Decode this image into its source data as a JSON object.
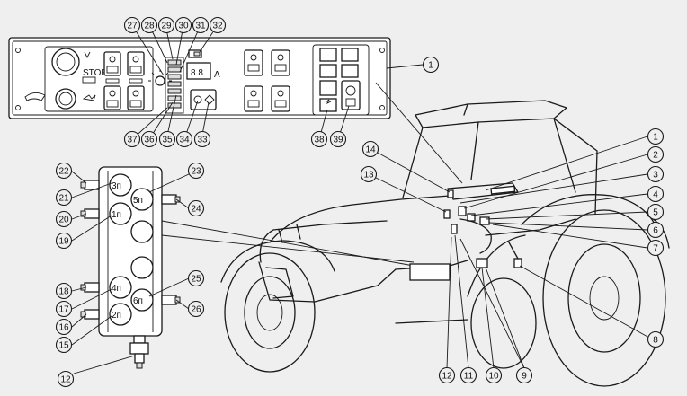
{
  "panel": {
    "stop_label": "STOP",
    "display_digits": "8.8",
    "display_letter": "A"
  },
  "valve_block": {
    "ports": [
      "3п",
      "1п",
      "4п",
      "2п",
      "5п",
      "6п"
    ]
  },
  "callouts": [
    {
      "id": "c27",
      "label": "27"
    },
    {
      "id": "c28",
      "label": "28"
    },
    {
      "id": "c29",
      "label": "29"
    },
    {
      "id": "c30",
      "label": "30"
    },
    {
      "id": "c31",
      "label": "31"
    },
    {
      "id": "c32",
      "label": "32"
    },
    {
      "id": "c1a",
      "label": "1"
    },
    {
      "id": "c37",
      "label": "37"
    },
    {
      "id": "c36",
      "label": "36"
    },
    {
      "id": "c35",
      "label": "35"
    },
    {
      "id": "c34",
      "label": "34"
    },
    {
      "id": "c33",
      "label": "33"
    },
    {
      "id": "c38",
      "label": "38"
    },
    {
      "id": "c39",
      "label": "39"
    },
    {
      "id": "c22",
      "label": "22"
    },
    {
      "id": "c21",
      "label": "21"
    },
    {
      "id": "c20",
      "label": "20"
    },
    {
      "id": "c19",
      "label": "19"
    },
    {
      "id": "c23",
      "label": "23"
    },
    {
      "id": "c24",
      "label": "24"
    },
    {
      "id": "c18",
      "label": "18"
    },
    {
      "id": "c17",
      "label": "17"
    },
    {
      "id": "c16",
      "label": "16"
    },
    {
      "id": "c15",
      "label": "15"
    },
    {
      "id": "c25",
      "label": "25"
    },
    {
      "id": "c26",
      "label": "26"
    },
    {
      "id": "c12a",
      "label": "12"
    },
    {
      "id": "c14",
      "label": "14"
    },
    {
      "id": "c13",
      "label": "13"
    },
    {
      "id": "c1b",
      "label": "1"
    },
    {
      "id": "c2",
      "label": "2"
    },
    {
      "id": "c3",
      "label": "3"
    },
    {
      "id": "c4",
      "label": "4"
    },
    {
      "id": "c5",
      "label": "5"
    },
    {
      "id": "c6",
      "label": "6"
    },
    {
      "id": "c7",
      "label": "7"
    },
    {
      "id": "c8",
      "label": "8"
    },
    {
      "id": "c12b",
      "label": "12"
    },
    {
      "id": "c11",
      "label": "11"
    },
    {
      "id": "c10",
      "label": "10"
    },
    {
      "id": "c9",
      "label": "9"
    }
  ]
}
